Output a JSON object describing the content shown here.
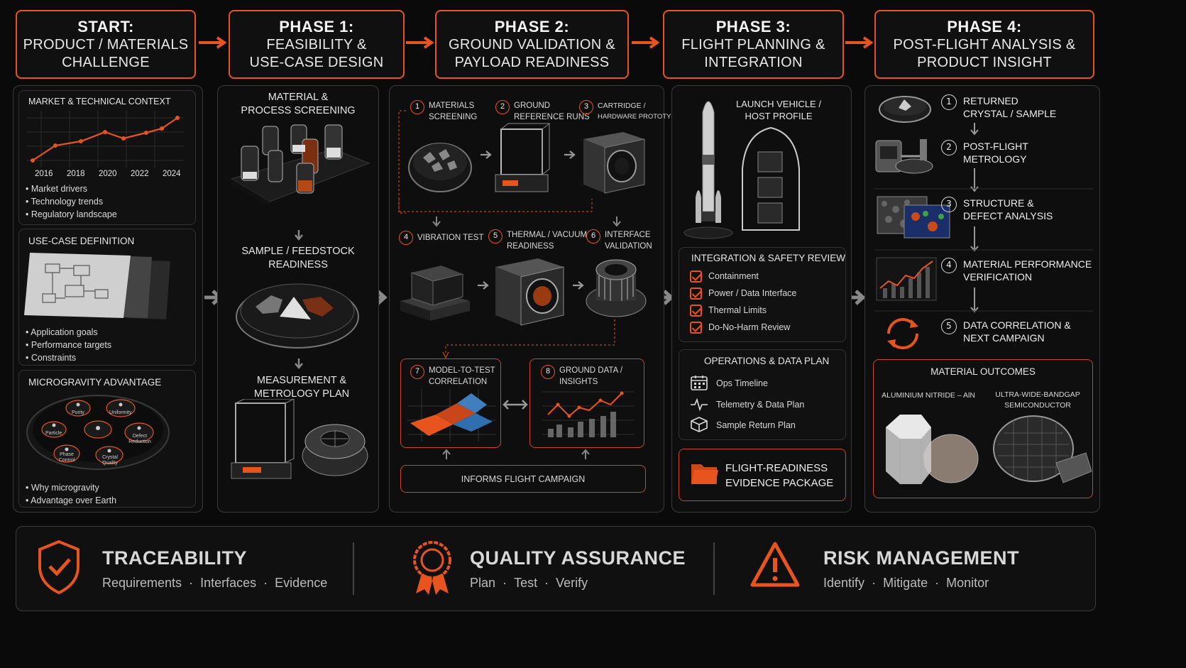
{
  "headers": [
    {
      "title": "START:",
      "sub1": "PRODUCT / MATERIALS",
      "sub2": "CHALLENGE"
    },
    {
      "title": "PHASE 1:",
      "sub1": "FEASIBILITY &",
      "sub2": "USE-CASE DESIGN"
    },
    {
      "title": "PHASE 2:",
      "sub1": "GROUND VALIDATION &",
      "sub2": "PAYLOAD READINESS"
    },
    {
      "title": "PHASE 3:",
      "sub1": "FLIGHT PLANNING &",
      "sub2": "INTEGRATION"
    },
    {
      "title": "PHASE 4:",
      "sub1": "POST-FLIGHT ANALYSIS &",
      "sub2": "PRODUCT INSIGHT"
    }
  ],
  "start": {
    "market_title": "MARKET & TECHNICAL CONTEXT",
    "years": [
      "2016",
      "2018",
      "2020",
      "2022",
      "2024"
    ],
    "market_bullets": [
      "Market drivers",
      "Technology trends",
      "Regulatory landscape"
    ],
    "usecase_title": "USE-CASE DEFINITION",
    "usecase_bullets": [
      "Application goals",
      "Performance targets",
      "Constraints"
    ],
    "micro_title": "MICROGRAVITY ADVANTAGE",
    "micro_items": [
      "Purity",
      "Uniformity",
      "Particle",
      "Defect Reduction",
      "Phase Control",
      "Crystal Quality"
    ],
    "micro_bullets": [
      "Why microgravity",
      "Advantage over Earth"
    ]
  },
  "phase1": {
    "screen_l1": "MATERIAL &",
    "screen_l2": "PROCESS SCREENING",
    "sample_l1": "SAMPLE / FEEDSTOCK",
    "sample_l2": "READINESS",
    "meas_l1": "MEASUREMENT &",
    "meas_l2": "METROLOGY PLAN"
  },
  "phase2": {
    "steps": [
      {
        "n": "1",
        "l1": "MATERIALS",
        "l2": "SCREENING"
      },
      {
        "n": "2",
        "l1": "GROUND",
        "l2": "REFERENCE RUNS"
      },
      {
        "n": "3",
        "l1": "CARTRIDGE /",
        "l2": "HARDWARE PROTOTYPE"
      },
      {
        "n": "4",
        "l1": "VIBRATION TEST",
        "l2": ""
      },
      {
        "n": "5",
        "l1": "THERMAL / VACUUM",
        "l2": "READINESS"
      },
      {
        "n": "6",
        "l1": "INTERFACE",
        "l2": "VALIDATION"
      },
      {
        "n": "7",
        "l1": "MODEL-TO-TEST",
        "l2": "CORRELATION"
      },
      {
        "n": "8",
        "l1": "GROUND DATA /",
        "l2": "INSIGHTS"
      }
    ],
    "informs": "INFORMS FLIGHT CAMPAIGN"
  },
  "phase3": {
    "launch_l1": "LAUNCH VEHICLE /",
    "launch_l2": "HOST PROFILE",
    "integ_title": "INTEGRATION & SAFETY REVIEW",
    "integ_items": [
      "Containment",
      "Power / Data Interface",
      "Thermal Limits",
      "Do-No-Harm Review"
    ],
    "ops_title": "OPERATIONS & DATA PLAN",
    "ops_items": [
      "Ops Timeline",
      "Telemetry & Data Plan",
      "Sample Return Plan"
    ],
    "evidence_l1": "FLIGHT-READINESS",
    "evidence_l2": "EVIDENCE PACKAGE"
  },
  "phase4": {
    "steps": [
      {
        "n": "1",
        "l1": "RETURNED",
        "l2": "CRYSTAL / SAMPLE"
      },
      {
        "n": "2",
        "l1": "POST-FLIGHT",
        "l2": "METROLOGY"
      },
      {
        "n": "3",
        "l1": "STRUCTURE &",
        "l2": "DEFECT ANALYSIS"
      },
      {
        "n": "4",
        "l1": "MATERIAL PERFORMANCE",
        "l2": "VERIFICATION"
      },
      {
        "n": "5",
        "l1": "DATA CORRELATION &",
        "l2": "NEXT CAMPAIGN"
      }
    ],
    "outcomes_title": "MATERIAL OUTCOMES",
    "outcome_a": "ALUMINIUM NITRIDE – AlN",
    "outcome_b1": "ULTRA-WIDE-BANDGAP",
    "outcome_b2": "SEMICONDUCTOR"
  },
  "footer": [
    {
      "title": "TRACEABILITY",
      "a": "Requirements",
      "b": "Interfaces",
      "c": "Evidence",
      "icon": "shield-check-icon"
    },
    {
      "title": "QUALITY ASSURANCE",
      "a": "Plan",
      "b": "Test",
      "c": "Verify",
      "icon": "rosette-icon"
    },
    {
      "title": "RISK MANAGEMENT",
      "a": "Identify",
      "b": "Mitigate",
      "c": "Monitor",
      "icon": "warning-icon"
    }
  ],
  "sep": "·",
  "colors": {
    "accent": "#e8541d",
    "bg": "#0a0a0a",
    "panel": "#111111",
    "blue": "#2f6fb0"
  }
}
